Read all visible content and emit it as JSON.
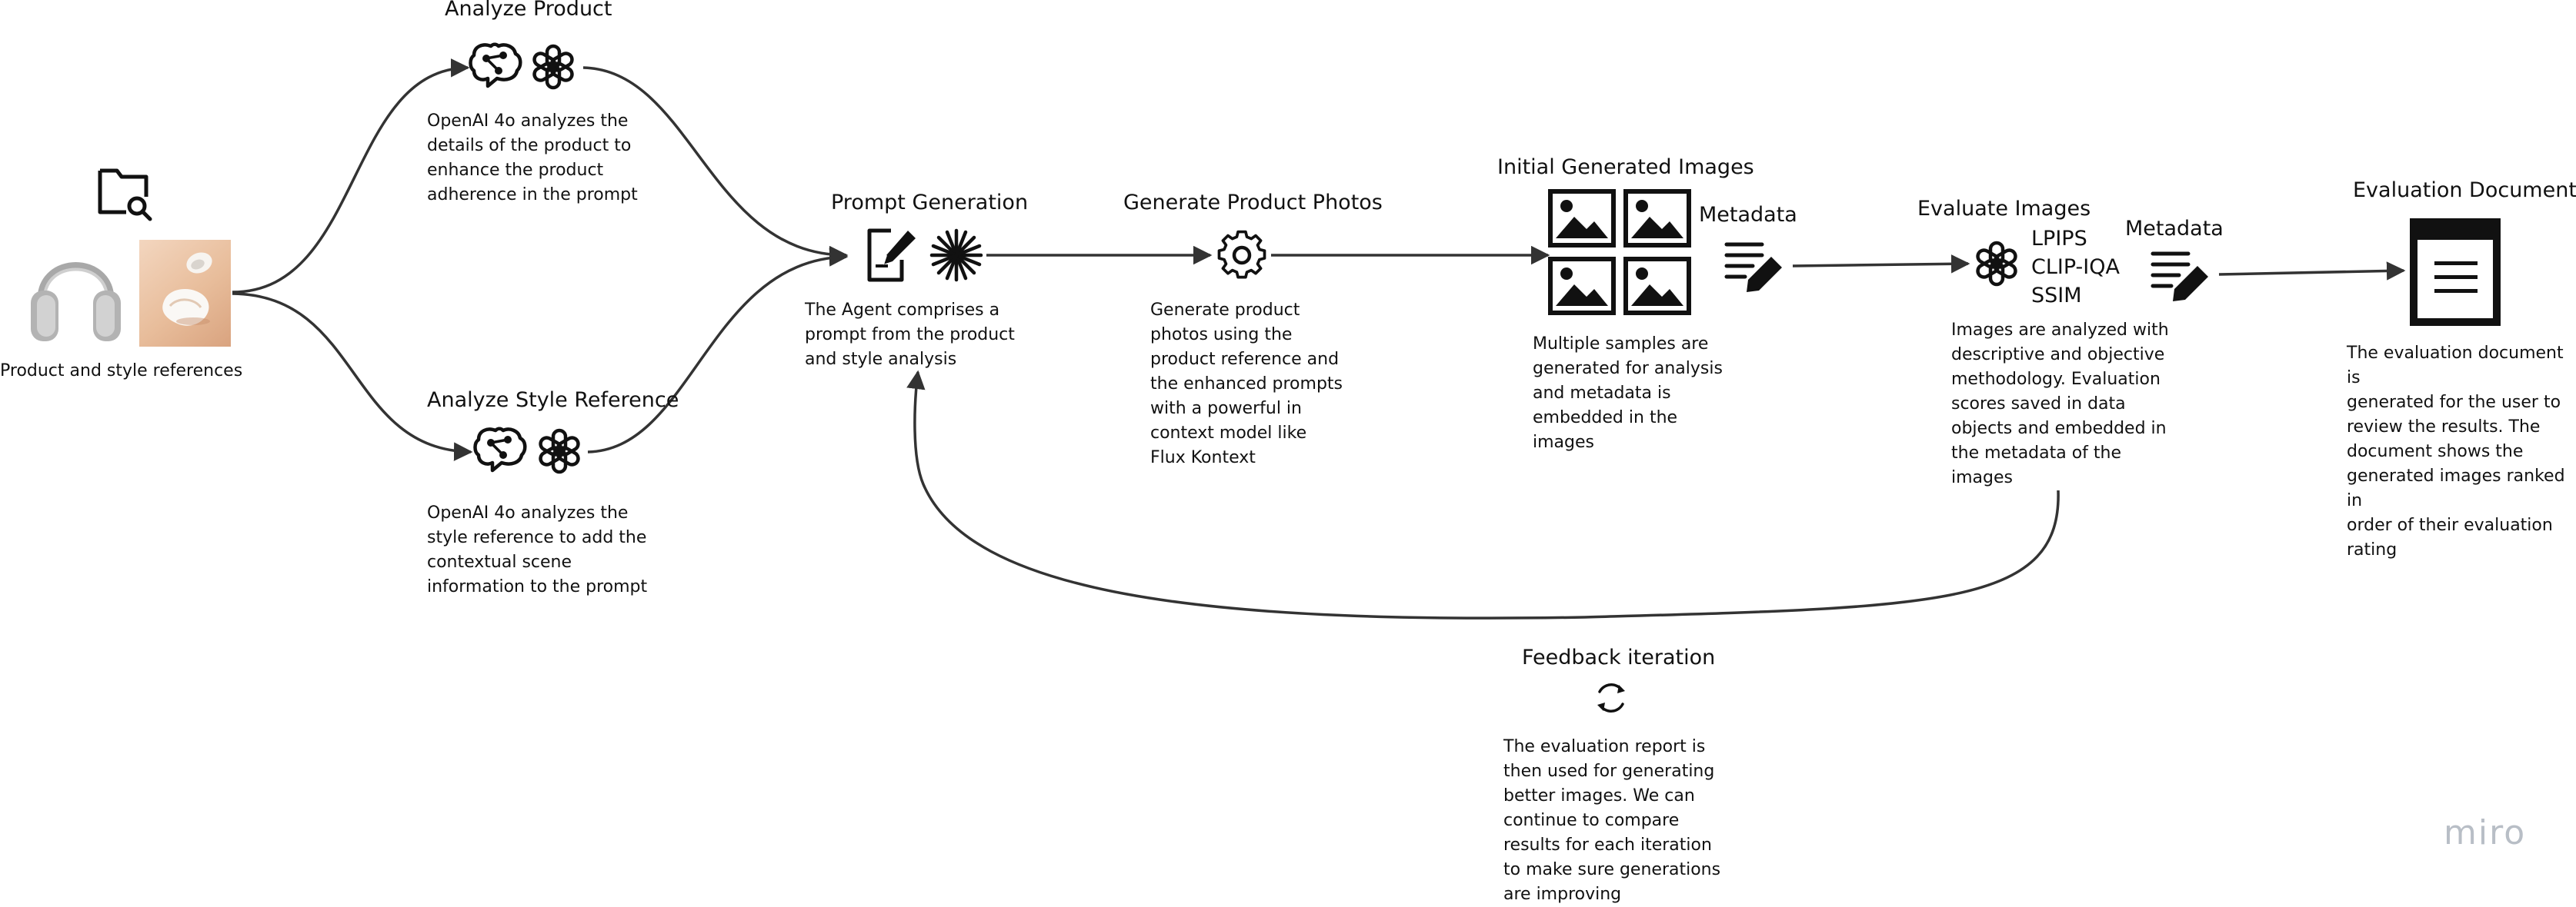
{
  "nodes": {
    "references": {
      "label": "Product and style references"
    },
    "analyze_product": {
      "title": "Analyze Product",
      "desc": "OpenAI 4o analyzes the\ndetails of the product to\nenhance the product\nadherence in the prompt"
    },
    "analyze_style": {
      "title": "Analyze Style Reference",
      "desc": "OpenAI 4o analyzes the\nstyle reference to add the\ncontextual scene\ninformation to the prompt"
    },
    "prompt_generation": {
      "title": "Prompt Generation",
      "desc": "The Agent comprises a\nprompt from the product\nand style analysis"
    },
    "generate_photos": {
      "title": "Generate Product Photos",
      "desc": "Generate product\nphotos using the\nproduct reference and\nthe enhanced prompts\nwith a powerful in\ncontext model like\nFlux Kontext"
    },
    "initial_images": {
      "title": "Initial Generated Images",
      "desc": "Multiple samples are\ngenerated for analysis\nand metadata is\nembedded in the\nimages",
      "metadata_label": "Metadata"
    },
    "evaluate_images": {
      "title": "Evaluate Images",
      "metrics": [
        "LPIPS",
        "CLIP-IQA",
        "SSIM"
      ],
      "desc": "Images are analyzed with\ndescriptive and objective\nmethodology. Evaluation\nscores saved in data\nobjects and embedded in\nthe metadata of the\nimages",
      "metadata_label": "Metadata"
    },
    "evaluation_document": {
      "title": "Evaluation Document",
      "desc": "The evaluation document is\ngenerated for the user to\nreview the results. The\ndocument shows the\ngenerated images ranked in\norder of their evaluation\nrating"
    },
    "feedback": {
      "title": "Feedback iteration",
      "desc": "The evaluation report is\nthen used for generating\nbetter images. We can\ncontinue to compare\nresults for each iteration\nto make sure generations\nare improving"
    }
  },
  "icons": {
    "folder": "folder-search-icon",
    "brain": "brain-circuit-icon",
    "openai": "openai-logo-icon",
    "prompt_edit": "document-edit-icon",
    "sparkle": "sparkle-burst-icon",
    "gear": "gear-icon",
    "image": "image-icon",
    "metadata": "list-pencil-icon",
    "document": "document-icon",
    "refresh": "refresh-cycle-icon"
  },
  "colors": {
    "stroke": "#333333",
    "text": "#111111",
    "photo_bg": "#ecc6a6",
    "brand": "#b8bec6"
  },
  "branding": {
    "logo": "miro"
  }
}
